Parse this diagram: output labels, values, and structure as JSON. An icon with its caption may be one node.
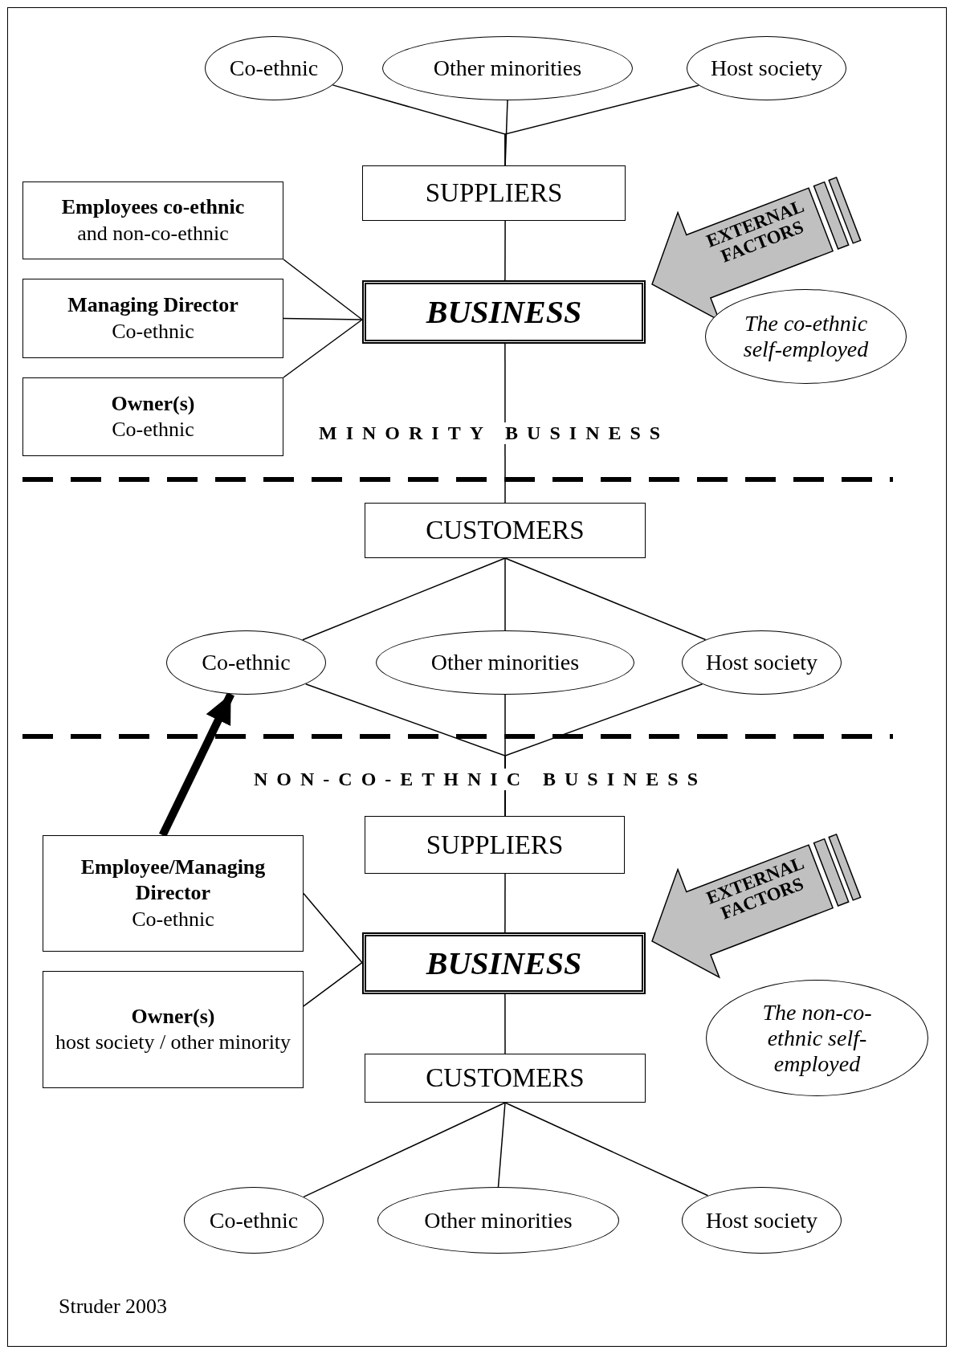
{
  "diagram": {
    "nodes": [
      {
        "text": [
          "Co-ethnic"
        ]
      },
      {
        "text": [
          "Other minorities"
        ]
      },
      {
        "text": [
          "Host society"
        ]
      },
      {
        "text": [
          "SUPPLIERS"
        ]
      },
      {
        "text": [
          "Employees co-ethnic",
          "and non-co-ethnic"
        ]
      },
      {
        "text": [
          "BUSINESS"
        ]
      },
      {
        "text": [
          "EXTERNAL FACTORS"
        ]
      },
      {
        "text": [
          "Managing Director",
          "Co-ethnic"
        ]
      },
      {
        "text": [
          "The co-ethnic self-employed"
        ]
      },
      {
        "text": [
          "Owner(s)",
          "Co-ethnic"
        ]
      },
      {
        "text": [
          "CUSTOMERS"
        ]
      },
      {
        "text": [
          "Co-ethnic"
        ]
      },
      {
        "text": [
          "Other minorities"
        ]
      },
      {
        "text": [
          "Host society"
        ]
      },
      {
        "text": [
          "SUPPLIERS"
        ]
      },
      {
        "text": [
          "Employee/Managing Director",
          "Co-ethnic"
        ]
      },
      {
        "text": [
          "EXTERNAL FACTORS"
        ]
      },
      {
        "text": [
          "BUSINESS"
        ]
      },
      {
        "text": [
          "Owner(s)",
          "host society / other minority"
        ]
      },
      {
        "text": [
          "The non-co-ethnic self-employed"
        ]
      },
      {
        "text": [
          "CUSTOMERS"
        ]
      },
      {
        "text": [
          "Co-ethnic"
        ]
      },
      {
        "text": [
          "Other minorities"
        ]
      },
      {
        "text": [
          "Host society"
        ]
      }
    ],
    "edges": [
      {
        "from": 0,
        "to": 3,
        "arrow": "none"
      },
      {
        "from": 1,
        "to": 3,
        "arrow": "none"
      },
      {
        "from": 2,
        "to": 3,
        "arrow": "none"
      },
      {
        "from": 3,
        "to": 5,
        "arrow": "none"
      },
      {
        "from": 4,
        "to": 5,
        "arrow": "none"
      },
      {
        "from": 7,
        "to": 5,
        "arrow": "none"
      },
      {
        "from": 9,
        "to": 5,
        "arrow": "none"
      },
      {
        "from": 5,
        "to": 10,
        "arrow": "none"
      },
      {
        "from": 10,
        "to": 11,
        "arrow": "none"
      },
      {
        "from": 10,
        "to": 12,
        "arrow": "none"
      },
      {
        "from": 10,
        "to": 13,
        "arrow": "none"
      },
      {
        "from": 11,
        "to": 14,
        "arrow": "none"
      },
      {
        "from": 12,
        "to": 14,
        "arrow": "none"
      },
      {
        "from": 13,
        "to": 14,
        "arrow": "none"
      },
      {
        "from": 15,
        "to": 11,
        "arrow": "to",
        "style": "thick"
      },
      {
        "from": 14,
        "to": 17,
        "arrow": "none"
      },
      {
        "from": 15,
        "to": 17,
        "arrow": "none"
      },
      {
        "from": 18,
        "to": 17,
        "arrow": "none"
      },
      {
        "from": 17,
        "to": 20,
        "arrow": "none"
      },
      {
        "from": 20,
        "to": 21,
        "arrow": "none"
      },
      {
        "from": 20,
        "to": 22,
        "arrow": "none"
      },
      {
        "from": 20,
        "to": 23,
        "arrow": "none"
      }
    ],
    "labels": [
      "MINORITY BUSINESS",
      "NON-CO-ETHNIC BUSINESS",
      "Struder 2003"
    ]
  }
}
